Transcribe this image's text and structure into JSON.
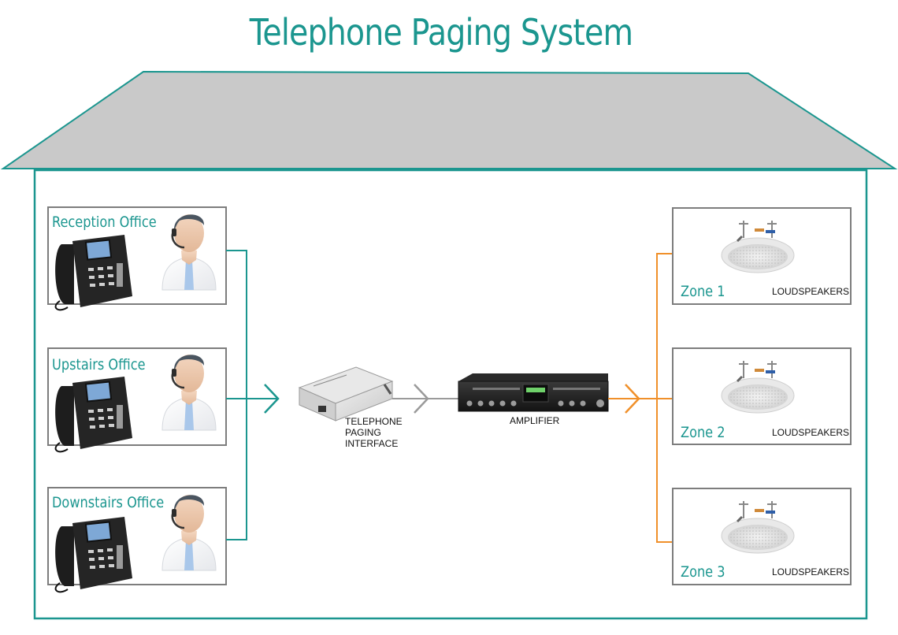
{
  "title": "Telephone Paging System",
  "offices": [
    {
      "label": "Reception Office"
    },
    {
      "label": "Upstairs Office"
    },
    {
      "label": "Downstairs Office"
    }
  ],
  "devices": {
    "interface_label": "TELEPHONE\nPAGING\nINTERFACE",
    "amplifier_label": "AMPLIFIER"
  },
  "zones": [
    {
      "label": "Zone 1",
      "type": "LOUDSPEAKERS"
    },
    {
      "label": "Zone 2",
      "type": "LOUDSPEAKERS"
    },
    {
      "label": "Zone 3",
      "type": "LOUDSPEAKERS"
    }
  ],
  "colors": {
    "accent": "#1b968f",
    "roof": "#c9c9c9",
    "frame": "#7d7d7d",
    "signal_gray": "#9a9a9a",
    "signal_orange": "#f0902a"
  }
}
